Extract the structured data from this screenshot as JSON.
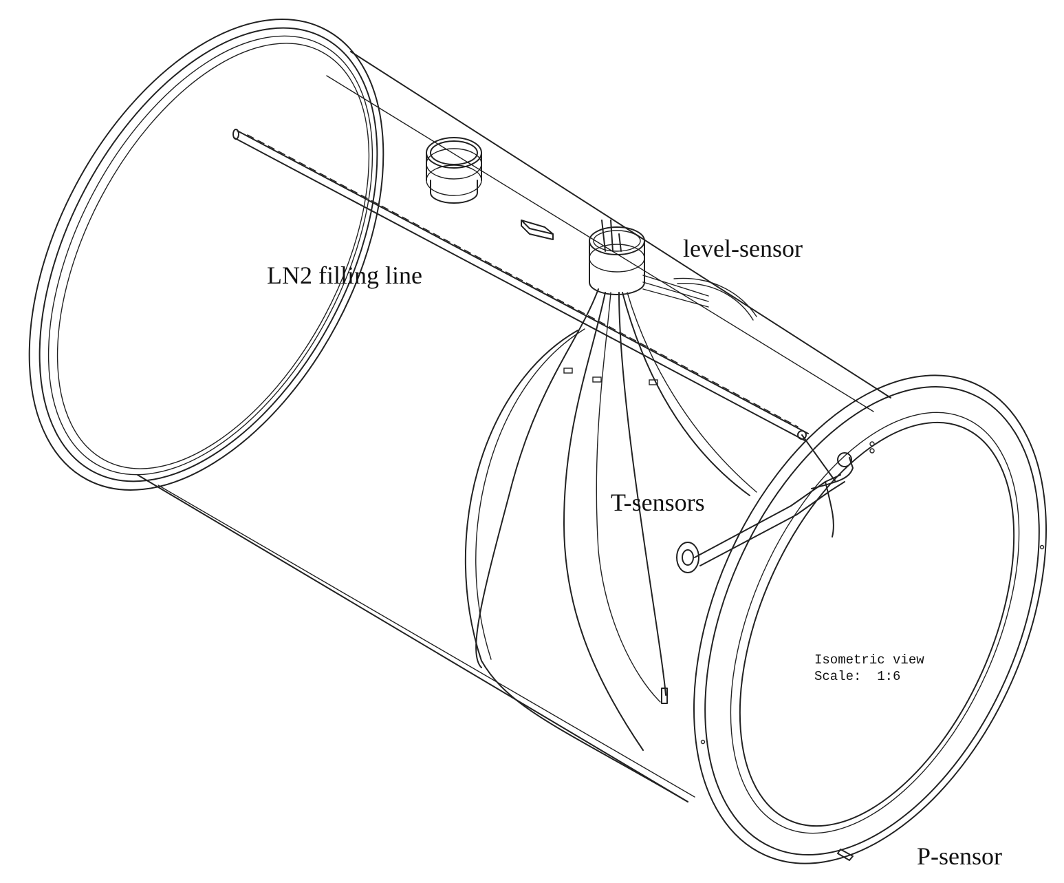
{
  "labels": {
    "ln2_filling_line": "LN2 filling line",
    "level_sensor": "level-sensor",
    "t_sensors": "T-sensors",
    "p_sensor": "P-sensor"
  },
  "view_info": {
    "view_name": "Isometric view",
    "scale": "Scale:  1:6"
  },
  "colors": {
    "line": "#222222",
    "background": "#ffffff",
    "text": "#111111"
  }
}
